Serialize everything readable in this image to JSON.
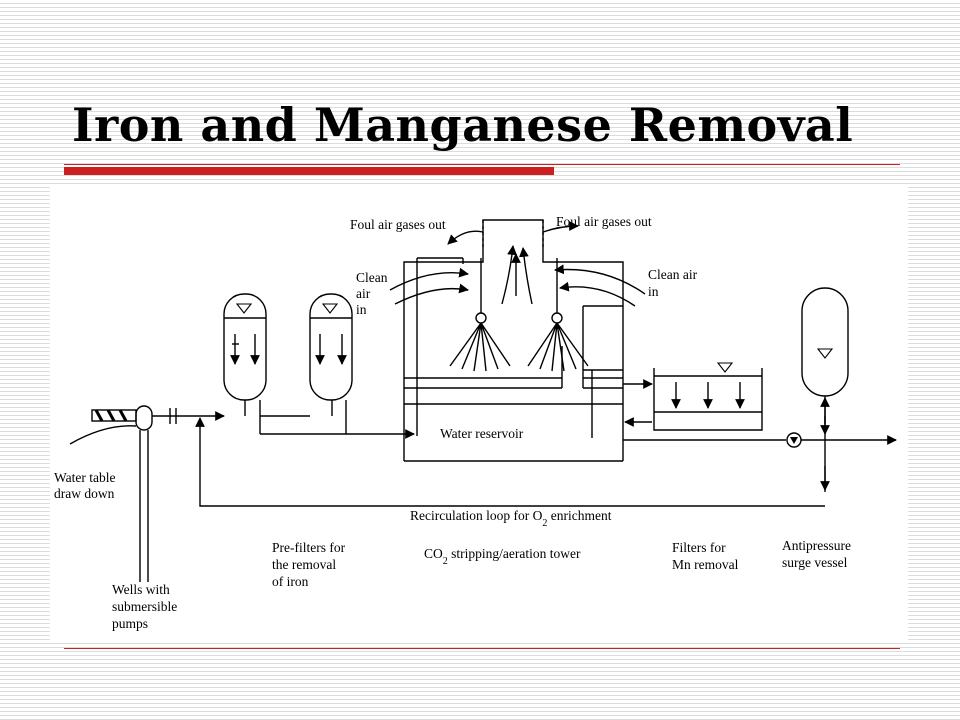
{
  "slide": {
    "title": "Iron and Manganese Removal",
    "accent_color": "#cc1f1f"
  },
  "diagram": {
    "labels": {
      "foul_air_left": "Foul air gases out",
      "foul_air_right": "Foul air gases out",
      "clean_air_left": [
        "Clean",
        "air",
        "in"
      ],
      "clean_air_right": [
        "Clean air",
        "in"
      ],
      "water_reservoir": "Water reservoir",
      "recirculation": {
        "text": "Recirculation loop for O",
        "subscript": "2",
        "suffix": " enrichment"
      },
      "water_table": [
        "Water table",
        "draw down"
      ],
      "wells": [
        "Wells with",
        "submersible",
        "pumps"
      ],
      "prefilters": [
        "Pre-filters for",
        "the removal",
        "of iron"
      ],
      "tower": {
        "prefix": "CO",
        "subscript": "2",
        "suffix": " stripping/aeration tower"
      },
      "mn_filters": [
        "Filters for",
        "Mn removal"
      ],
      "surge_vessel": [
        "Antipressure",
        "surge vessel"
      ]
    }
  }
}
